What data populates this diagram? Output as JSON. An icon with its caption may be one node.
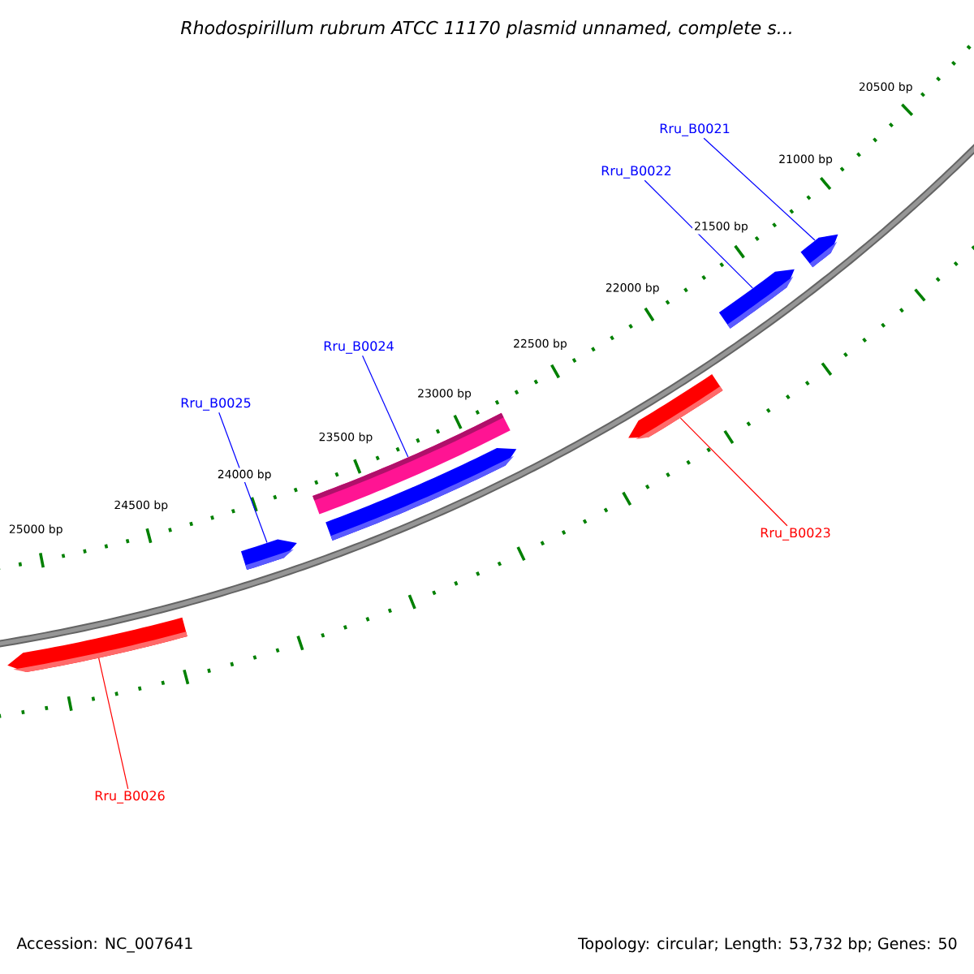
{
  "diagram": {
    "title": "*Rhodospirillum rubrum* ATCC 11170 plasmid unnamed, complete s...",
    "nodes": [
      {
        "text": [
          "Rru_B0021"
        ]
      },
      {
        "text": [
          "Rru_B0022"
        ]
      },
      {
        "text": [
          "Rru_B0024"
        ]
      },
      {
        "text": [
          "Rru_B0025"
        ]
      },
      {
        "text": [
          "Rru_B0023"
        ]
      },
      {
        "text": [
          "Rru_B0026"
        ]
      },
      {
        "text": [],
        "shape": "arrow"
      },
      {
        "text": [],
        "shape": "arrow"
      },
      {
        "text": [],
        "shape": "bar"
      },
      {
        "text": [],
        "shape": "arrow"
      },
      {
        "text": [],
        "shape": "arrow"
      },
      {
        "text": [],
        "shape": "arrow"
      },
      {
        "text": [],
        "shape": "arrow"
      }
    ],
    "edges": [
      {
        "from": 0,
        "to": 6,
        "arrow": "none"
      },
      {
        "from": 1,
        "to": 7,
        "arrow": "none"
      },
      {
        "from": 2,
        "to": 8,
        "arrow": "none"
      },
      {
        "from": 3,
        "to": 10,
        "arrow": "none"
      },
      {
        "from": 4,
        "to": 11,
        "arrow": "none",
        "color": "#ff0000"
      },
      {
        "from": 5,
        "to": 12,
        "arrow": "none",
        "color": "#ff0000"
      }
    ],
    "labels": [
      "20500 bp",
      "21000 bp",
      "21500 bp",
      "22000 bp",
      "22500 bp",
      "23000 bp",
      "23500 bp",
      "24000 bp",
      "24500 bp",
      "25000 bp",
      "Accession: NC_007641",
      "Topology: circular; Length: 53,732 bp; Genes: 50"
    ]
  }
}
